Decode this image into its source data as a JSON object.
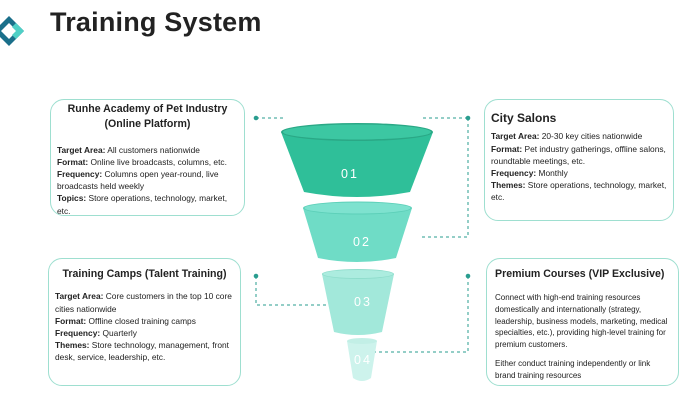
{
  "header": {
    "title": "Training System"
  },
  "colors": {
    "accent_dark": "#1a6f8a",
    "accent_light": "#4fd0c6",
    "tier1": "#2fbf99",
    "tier2": "#6fdcc6",
    "tier3": "#a2e8da",
    "tier4": "#cdf3ec",
    "connector": "#2a9d8f"
  },
  "funnel": {
    "tiers": [
      {
        "label": "01"
      },
      {
        "label": "02"
      },
      {
        "label": "03"
      },
      {
        "label": "04"
      }
    ]
  },
  "boxes": {
    "online": {
      "title_line1": "Runhe Academy of Pet Industry",
      "title_line2": "(Online Platform)",
      "target_key": "Target Area:",
      "target_val": "All customers nationwide",
      "format_key": "Format:",
      "format_val": "Online live broadcasts, columns, etc.",
      "freq_key": "Frequency:",
      "freq_val": "Columns open year-round, live broadcasts held weekly",
      "topics_key": "Topics:",
      "topics_val": "Store operations, technology, market, etc."
    },
    "salons": {
      "title": "City Salons",
      "target_key": "Target Area:",
      "target_val": "20-30 key cities nationwide",
      "format_key": "Format:",
      "format_val": "Pet industry gatherings, offline salons, roundtable meetings, etc.",
      "freq_key": "Frequency:",
      "freq_val": "Monthly",
      "themes_key": "Themes:",
      "themes_val": "Store operations, technology, market, etc."
    },
    "camps": {
      "title": "Training Camps (Talent Training)",
      "target_key": "Target Area:",
      "target_val": "Core customers in the top 10 core cities nationwide",
      "format_key": "Format:",
      "format_val": "Offline closed training camps",
      "freq_key": "Frequency:",
      "freq_val": "Quarterly",
      "themes_key": "Themes:",
      "themes_val": "Store technology, management, front desk, service, leadership, etc."
    },
    "premium": {
      "title": "Premium Courses (VIP Exclusive)",
      "para1": "Connect with high-end training resources domestically and internationally (strategy, leadership, business models, marketing, medical specialties, etc.), providing high-level training for premium customers.",
      "para2": "Either conduct training independently or link brand training resources"
    }
  }
}
